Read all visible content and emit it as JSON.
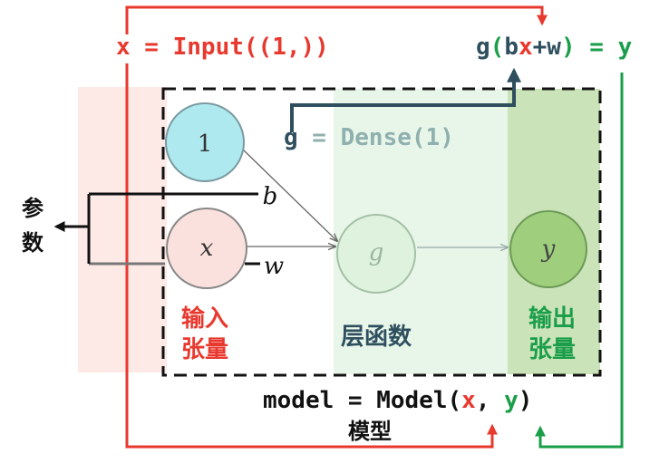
{
  "colors": {
    "red": "#e8392f",
    "green": "#1a9e4a",
    "dark_slate": "#2f4f5f",
    "gray_teal": "#8fb0ae",
    "input_band": "#fde9e6",
    "layer_band": "#e8f6ea",
    "output_band": "#cbe3b8",
    "bias_node": "#aee9ef",
    "x_node": "#fbe1dd",
    "g_node": "#dff2dd",
    "y_node": "#9fcf7c"
  },
  "code": {
    "input_x": "x",
    "input_rest": " = Input((1,))",
    "g_open": "g(",
    "b": "b",
    "x": "x",
    "plus_w": "+w",
    "close": ")",
    "eq": " = ",
    "y": "y",
    "dense_g": "g",
    "dense_rest": " = Dense(1)",
    "model_prefix": "model = Model(",
    "model_x": "x",
    "model_comma": ", ",
    "model_y": "y",
    "model_close": ")"
  },
  "labels": {
    "params_1": "参",
    "params_2": "数",
    "input_tensor_1": "输入",
    "input_tensor_2": "张量",
    "layer_function": "层函数",
    "output_tensor_1": "输出",
    "output_tensor_2": "张量",
    "model": "模型"
  },
  "nodes": {
    "bias": "1",
    "input": "x",
    "hidden": "g",
    "output": "y"
  },
  "edges": {
    "b": "b",
    "w": "w"
  }
}
